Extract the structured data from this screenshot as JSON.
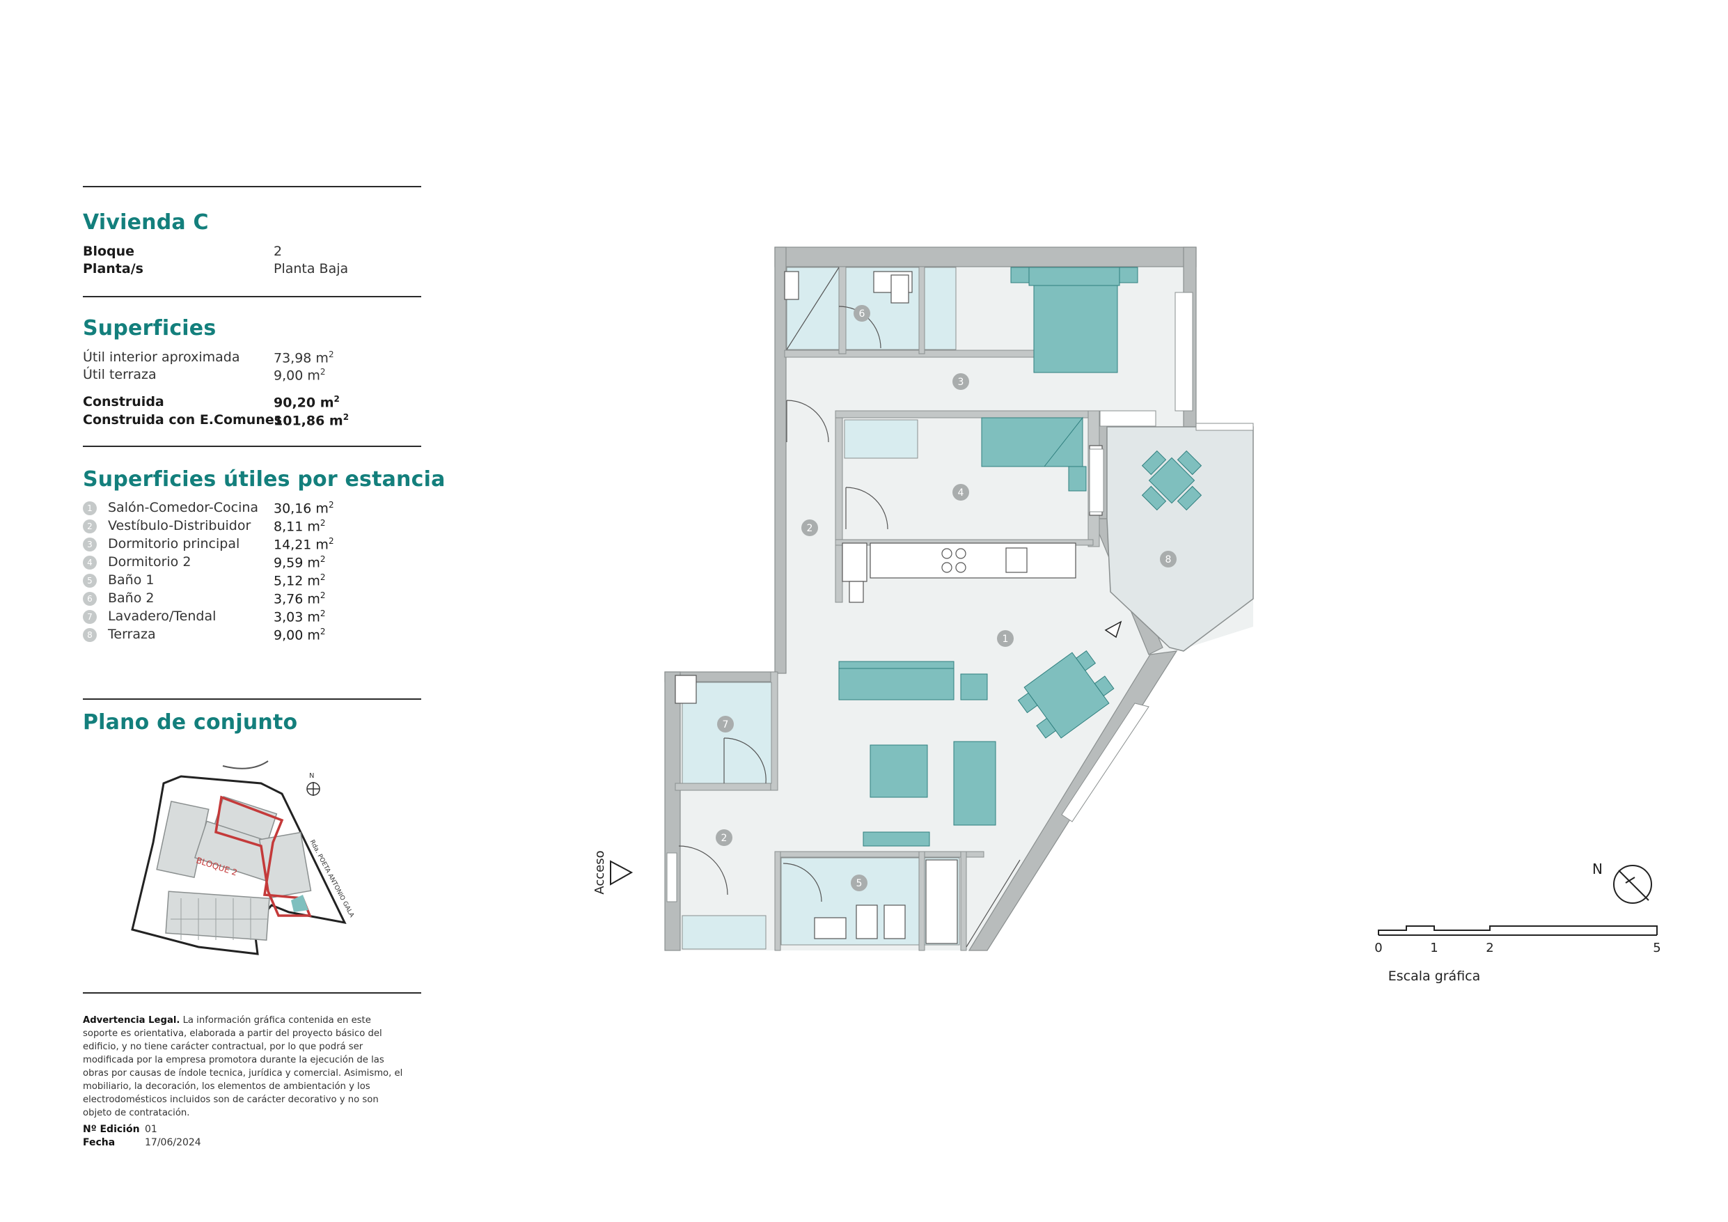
{
  "unit": {
    "title": "Vivienda C",
    "fields": [
      {
        "label": "Bloque",
        "value": "2"
      },
      {
        "label": "Planta/s",
        "value": "Planta Baja"
      }
    ]
  },
  "surfaces": {
    "title": "Superficies",
    "rows": [
      {
        "label": "Útil interior aproximada",
        "value": "73,98 m",
        "sup": "2"
      },
      {
        "label": "Útil terraza",
        "value": "9,00 m",
        "sup": "2"
      },
      {
        "label": "Construida",
        "value": "90,20 m",
        "sup": "2"
      },
      {
        "label": "Construida con E.Comunes",
        "value": "101,86 m",
        "sup": "2"
      }
    ]
  },
  "rooms": {
    "title": "Superficies útiles por estancia",
    "items": [
      {
        "num": "1",
        "label": "Salón-Comedor-Cocina",
        "value": "30,16 m",
        "sup": "2"
      },
      {
        "num": "2",
        "label": "Vestíbulo-Distribuidor",
        "value": "8,11 m",
        "sup": "2"
      },
      {
        "num": "3",
        "label": "Dormitorio principal",
        "value": "14,21 m",
        "sup": "2"
      },
      {
        "num": "4",
        "label": "Dormitorio 2",
        "value": "9,59 m",
        "sup": "2"
      },
      {
        "num": "5",
        "label": "Baño 1",
        "value": "5,12 m",
        "sup": "2"
      },
      {
        "num": "6",
        "label": "Baño 2",
        "value": "3,76 m",
        "sup": "2"
      },
      {
        "num": "7",
        "label": "Lavadero/Tendal",
        "value": "3,03 m",
        "sup": "2"
      },
      {
        "num": "8",
        "label": "Terraza",
        "value": "9,00 m",
        "sup": "2"
      }
    ]
  },
  "site_plan": {
    "title": "Plano de conjunto",
    "block_label": "BLOQUE 2",
    "street_label": "Rda. POETA ANTONIO GALA",
    "north": "N"
  },
  "legal": {
    "heading": "Advertencia Legal.",
    "text": " La información gráfica contenida en este soporte es orientativa, elaborada a partir del proyecto básico del edificio, y no tiene carácter contractual, por lo que podrá ser modificada por la empresa promotora durante la ejecución de las obras por causas de índole tecnica, jurídica y comercial. Asimismo, el mobiliario, la decoración, los elementos de ambientación y los electrodomésticos incluidos son de carácter decorativo y no son objeto de contratación."
  },
  "edition": {
    "label": "Nº Edición",
    "value": "01"
  },
  "date": {
    "label": "Fecha",
    "value": "17/06/2024"
  },
  "plan": {
    "access_label": "Acceso",
    "room_markers": [
      "1",
      "2",
      "2",
      "3",
      "4",
      "5",
      "6",
      "7",
      "8"
    ],
    "north": "N",
    "scale_title": "Escala gráfica",
    "scale_ticks": [
      "0",
      "1",
      "2",
      "5"
    ]
  },
  "colors": {
    "accent": "#137f7c",
    "furniture": "#7fbfbe",
    "wet": "#d8ecef",
    "floor": "#eef1f1",
    "wall": "#b8bcbc"
  }
}
